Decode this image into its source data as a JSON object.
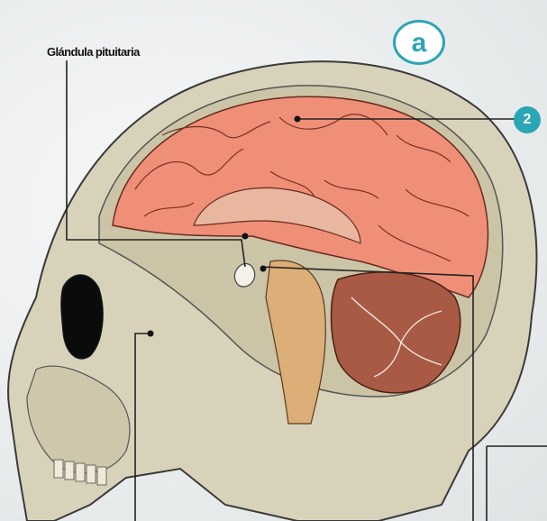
{
  "labels": {
    "pituitary": "Glándula pituitaria",
    "badge_a": "a",
    "badge_2": "2"
  },
  "colors": {
    "accent": "#2aa5b5",
    "brain": "#ef8f78",
    "skull": "#d9d2bb",
    "cerebellum": "#a85a45",
    "line": "#222222"
  }
}
